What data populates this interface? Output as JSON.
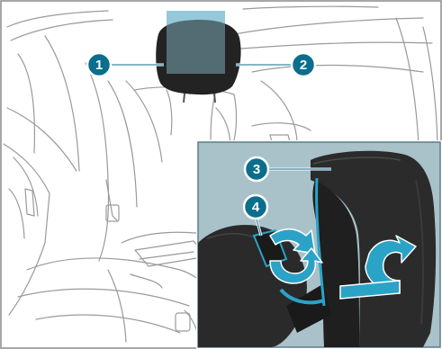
{
  "figure": {
    "callouts": [
      {
        "id": "1",
        "label": "1"
      },
      {
        "id": "2",
        "label": "2"
      },
      {
        "id": "3",
        "label": "3"
      },
      {
        "id": "4",
        "label": "4"
      }
    ],
    "colors": {
      "frame": "#8a8a8a",
      "line_art": "#9a9a9a",
      "detail_bg": "#a9c1c9",
      "headrest_dark": "#232323",
      "highlight_box": "#8fc6d6",
      "callout_fill": "#0a6e8c",
      "callout_stroke": "#ffffff",
      "arrow_fill": "#2aa3c7"
    },
    "icons": [
      "curved-arrow-right",
      "curved-arrow-return"
    ]
  }
}
